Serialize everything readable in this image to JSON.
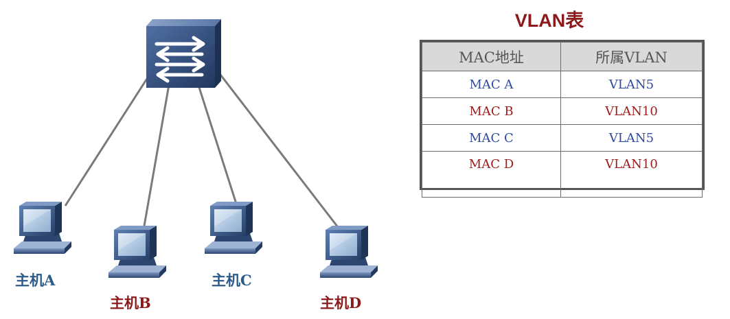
{
  "colors": {
    "blue_text": "#2f4a9e",
    "red_text": "#9c1c1c",
    "link_line": "#7a7a7a",
    "device_blue": "#3a5a8c",
    "table_header_bg": "#d9d9d9"
  },
  "hosts": [
    {
      "label": "主机A",
      "color": "#2c5a8a"
    },
    {
      "label": "主机B",
      "color": "#8c1a1a"
    },
    {
      "label": "主机C",
      "color": "#2c5a8a"
    },
    {
      "label": "主机D",
      "color": "#8c1a1a"
    }
  ],
  "switch": {
    "icon": "switch-icon"
  },
  "vlan_table": {
    "title": "VLAN表",
    "title_color": "#8c1a1a",
    "headers": [
      "MAC地址",
      "所属VLAN"
    ],
    "rows": [
      {
        "mac": "MAC A",
        "vlan": "VLAN5",
        "color": "#2f4a9e"
      },
      {
        "mac": "MAC B",
        "vlan": "VLAN10",
        "color": "#9c1c1c"
      },
      {
        "mac": "MAC C",
        "vlan": "VLAN5",
        "color": "#2f4a9e"
      },
      {
        "mac": "MAC D",
        "vlan": "VLAN10",
        "color": "#9c1c1c"
      }
    ]
  }
}
